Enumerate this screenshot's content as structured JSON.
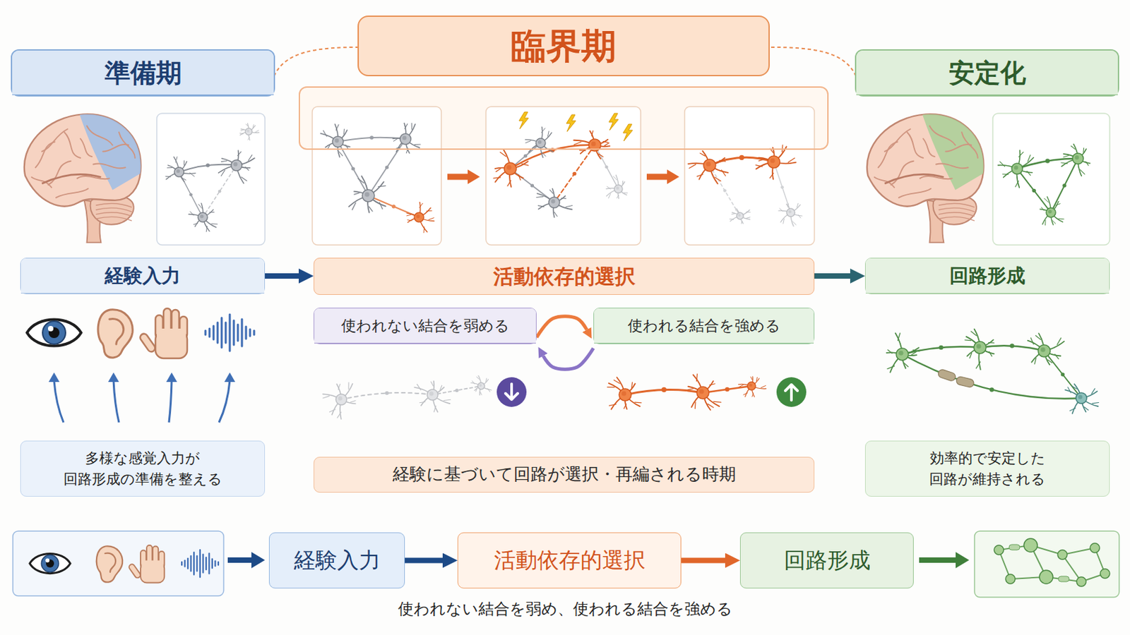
{
  "diagram": {
    "caption": "使われない結合を弱め、使われる結合を強める",
    "nodes": [
      {
        "text": [
          "準備期"
        ]
      },
      {
        "text": [
          "経験入力"
        ],
        "in": 0
      },
      {
        "text": [
          "多様な感覚入力が 回路形成の準備を整える"
        ],
        "in": 0
      },
      {
        "text": [
          "臨界期"
        ]
      },
      {
        "text": [
          "活動依存的選択"
        ],
        "in": 3
      },
      {
        "text": [
          "使われない結合を弱める"
        ],
        "in": 3
      },
      {
        "text": [
          "使われる結合を強める"
        ],
        "in": 3
      },
      {
        "text": [
          "経験に基づいて回路が選択・再編される時期"
        ],
        "in": 3
      },
      {
        "text": [
          "安定化"
        ]
      },
      {
        "text": [
          "回路形成"
        ],
        "in": 8
      },
      {
        "text": [
          "効率的で安定した 回路が維持される"
        ],
        "in": 8
      },
      {
        "text": [
          "経験入力"
        ]
      },
      {
        "text": [
          "活動依存的選択"
        ]
      },
      {
        "text": [
          "回路形成"
        ]
      }
    ],
    "edges": [
      {
        "from": 1,
        "to": 4,
        "arrow": "to"
      },
      {
        "from": 4,
        "to": 9,
        "arrow": "to"
      },
      {
        "from": 5,
        "to": 6,
        "arrow": "to"
      },
      {
        "from": 6,
        "to": 5,
        "arrow": "to"
      },
      {
        "from": 11,
        "to": 12,
        "arrow": "to"
      },
      {
        "from": 12,
        "to": 13,
        "arrow": "to"
      }
    ]
  }
}
